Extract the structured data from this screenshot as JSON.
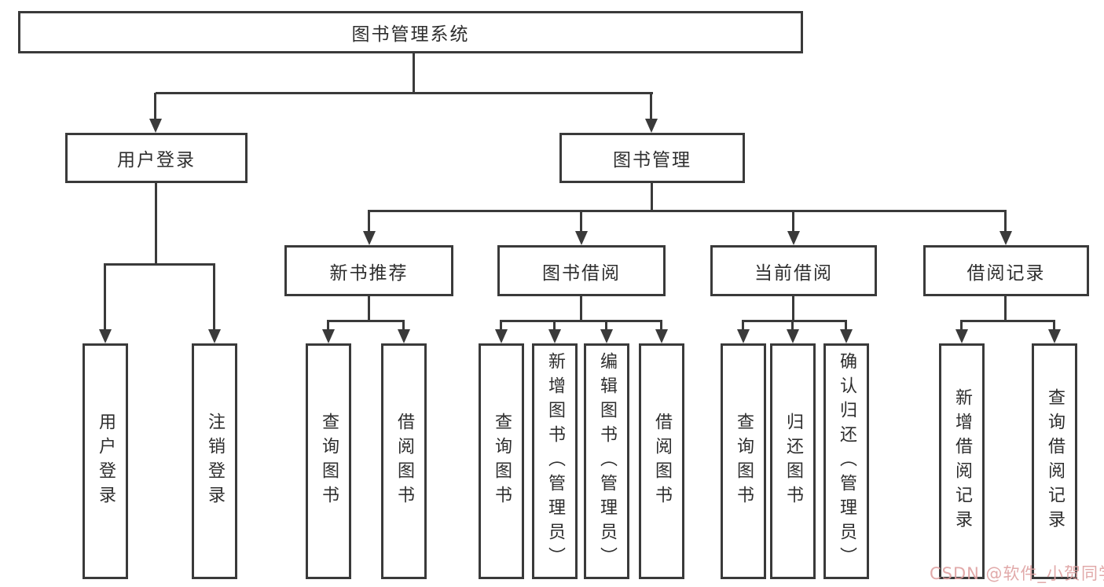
{
  "colors": {
    "line": "#3a3a3a",
    "text": "#2e2e2e",
    "background": "#ffffff"
  },
  "watermark": {
    "label": "CSDN @软件_小贺同学",
    "color": "#dea0a0"
  },
  "nodes": {
    "root": {
      "label": "图书管理系统"
    },
    "user_login": {
      "label": "用户登录"
    },
    "book_mgmt": {
      "label": "图书管理"
    },
    "new_book_rec": {
      "label": "新书推荐"
    },
    "book_borrow": {
      "label": "图书借阅"
    },
    "current_borrow": {
      "label": "当前借阅"
    },
    "borrow_records": {
      "label": "借阅记录"
    },
    "leaf_user_login": {
      "label": "用户登录"
    },
    "leaf_logout": {
      "label": "注销登录"
    },
    "leaf_query_book_1": {
      "label": "查询图书"
    },
    "leaf_borrow_book_1": {
      "label": "借阅图书"
    },
    "leaf_query_book_2": {
      "label": "查询图书"
    },
    "leaf_add_book": {
      "label": "新增图书（管理员）"
    },
    "leaf_edit_book": {
      "label": "编辑图书（管理员）"
    },
    "leaf_borrow_book_2": {
      "label": "借阅图书"
    },
    "leaf_query_book_3": {
      "label": "查询图书"
    },
    "leaf_return_book": {
      "label": "归还图书"
    },
    "leaf_confirm_return": {
      "label": "确认归还（管理员）"
    },
    "leaf_add_borrow_record": {
      "label": "新增借阅记录"
    },
    "leaf_query_borrow_record": {
      "label": "查询借阅记录"
    }
  },
  "structure": {
    "图书管理系统": {
      "用户登录": [
        "用户登录",
        "注销登录"
      ],
      "图书管理": {
        "新书推荐": [
          "查询图书",
          "借阅图书"
        ],
        "图书借阅": [
          "查询图书",
          "新增图书（管理员）",
          "编辑图书（管理员）",
          "借阅图书"
        ],
        "当前借阅": [
          "查询图书",
          "归还图书",
          "确认归还（管理员）"
        ],
        "借阅记录": [
          "新增借阅记录",
          "查询借阅记录"
        ]
      }
    }
  }
}
